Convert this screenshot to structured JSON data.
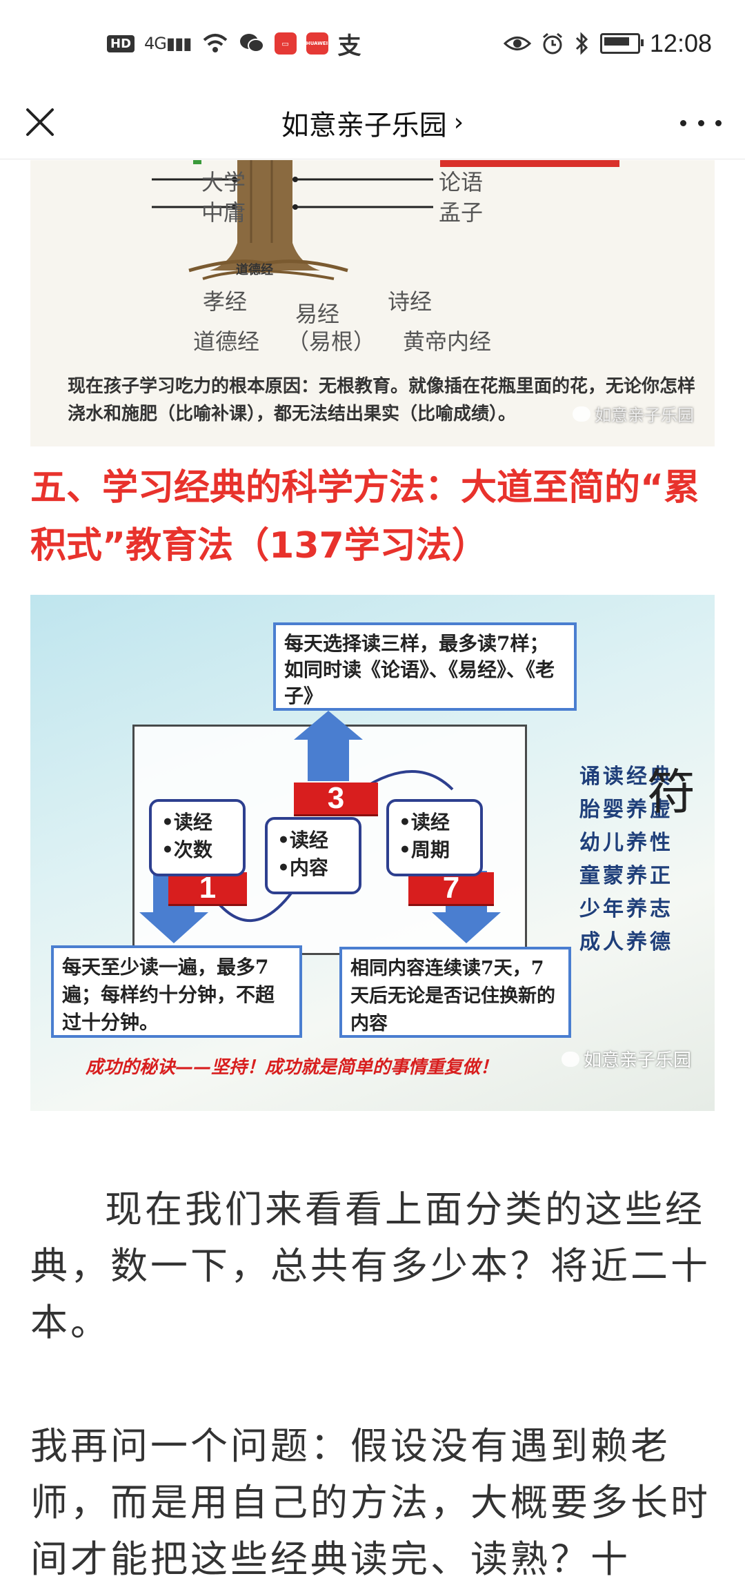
{
  "status_bar": {
    "hd": "HD",
    "network": "4G",
    "signal": "▮▮▮",
    "time": "12:08",
    "icons": [
      "signal-icon",
      "wifi-icon",
      "wechat-icon",
      "book-app-icon",
      "huawei-app-icon",
      "alipay-icon",
      "eye-icon",
      "alarm-icon",
      "bluetooth-icon",
      "battery-icon"
    ],
    "alipay": "支",
    "huawei": "HUAWEI"
  },
  "nav": {
    "title": "如意亲子乐园",
    "chevron": "›"
  },
  "image1": {
    "tree_left": [
      "大学",
      "中庸"
    ],
    "tree_right": [
      "论语",
      "孟子"
    ],
    "root_label": "道德经",
    "roots_row1": [
      "孝经",
      "易经",
      "诗经"
    ],
    "roots_row2": [
      "道德经",
      "（易根）",
      "黄帝内经"
    ],
    "caption": "现在孩子学习吃力的根本原因：无根教育。就像插在花瓶里面的花，无论你怎样浇水和施肥（比喻补课），都无法结出果实（比喻成绩）。",
    "watermark": "如意亲子乐园"
  },
  "heading": "五、学习经典的科学方法：大道至简的“累积式”教育法（137学习法）",
  "image2": {
    "top_box": "每天选择读三样，最多读7样；如同时读《论语》、《易经》、《老子》",
    "tag1": "1",
    "tag3": "3",
    "tag7": "7",
    "card1": [
      "•读经",
      "•次数"
    ],
    "card3": [
      "•读经",
      "•内容"
    ],
    "card7": [
      "•读经",
      "•周期"
    ],
    "bottom_left": "每天至少读一遍，最多7遍；每样约十分钟，不超过十分钟。",
    "bottom_right": "相同内容连续读7天，7天后无论是否记住换新的内容",
    "poem": [
      "诵读经典",
      "胎婴养虚",
      "幼儿养性",
      "童蒙养正",
      "少年养志",
      "成人养德"
    ],
    "calligraphy": "符",
    "slogan": "成功的秘诀——坚持！成功就是简单的事情重复做！",
    "watermark": "如意亲子乐园"
  },
  "paragraph1": "现在我们来看看上面分类的这些经典，数一下，总共有多少本？将近二十本。",
  "paragraph2": "我再问一个问题：假设没有遇到赖老师，而是用自己的方法，大概要多长时间才能把这些经典读完、读熟？十"
}
